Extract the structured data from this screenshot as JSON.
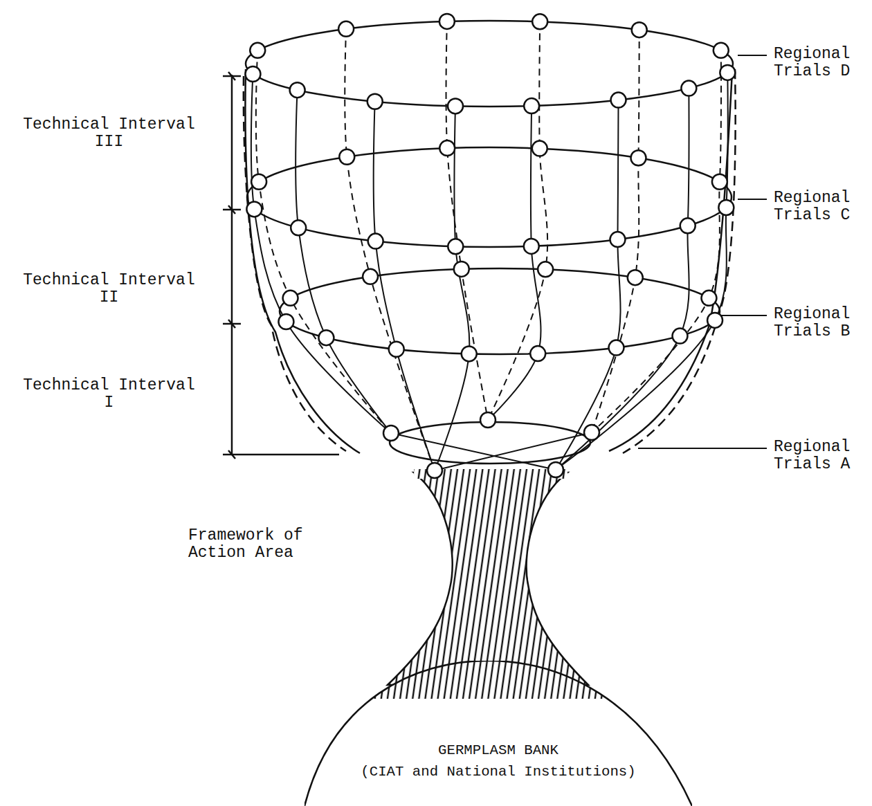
{
  "diagram": {
    "nodes": [
      {
        "text": [
          "GERMPLASM BANK",
          "(CIAT and National Institutions)"
        ]
      }
    ],
    "labels": [
      "Regional Trials D",
      "Technical Interval III",
      "Regional Trials C",
      "Technical Interval II",
      "Regional Trials B",
      "Technical Interval I",
      "Regional Trials A",
      "Framework of Action Area"
    ]
  }
}
